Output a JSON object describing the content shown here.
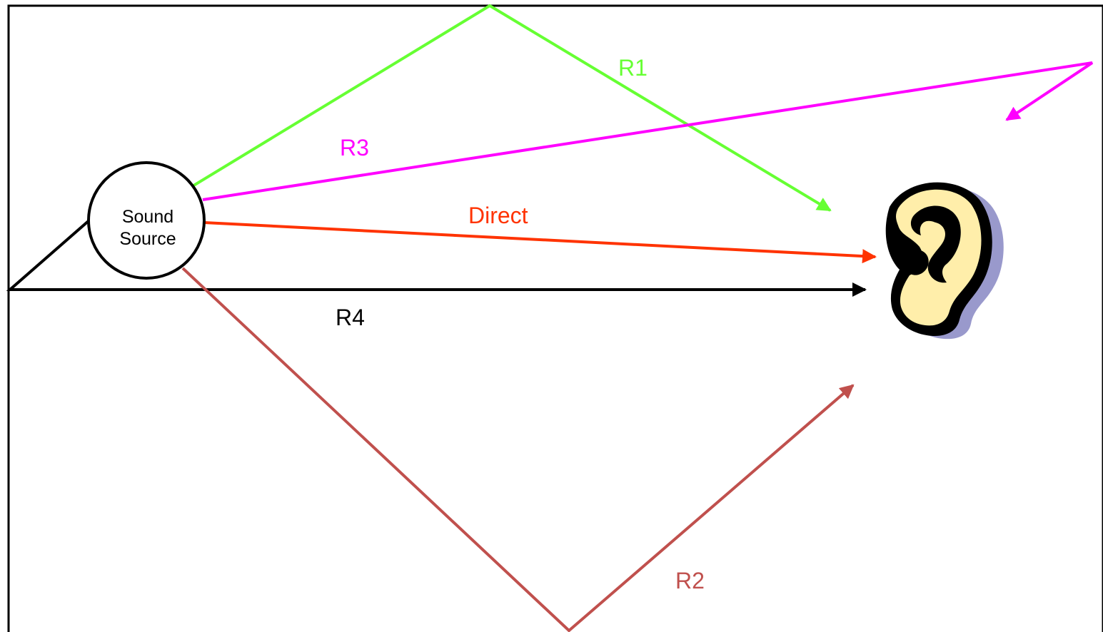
{
  "source": {
    "line1": "Sound",
    "line2": "Source"
  },
  "paths": {
    "direct": {
      "label": "Direct",
      "color": "#ff3300"
    },
    "r1": {
      "label": "R1",
      "color": "#66ff33"
    },
    "r2": {
      "label": "R2",
      "color": "#c0504d"
    },
    "r3": {
      "label": "R3",
      "color": "#ff00ff"
    },
    "r4": {
      "label": "R4",
      "color": "#000000"
    }
  },
  "listener": {
    "icon": "ear-icon"
  }
}
